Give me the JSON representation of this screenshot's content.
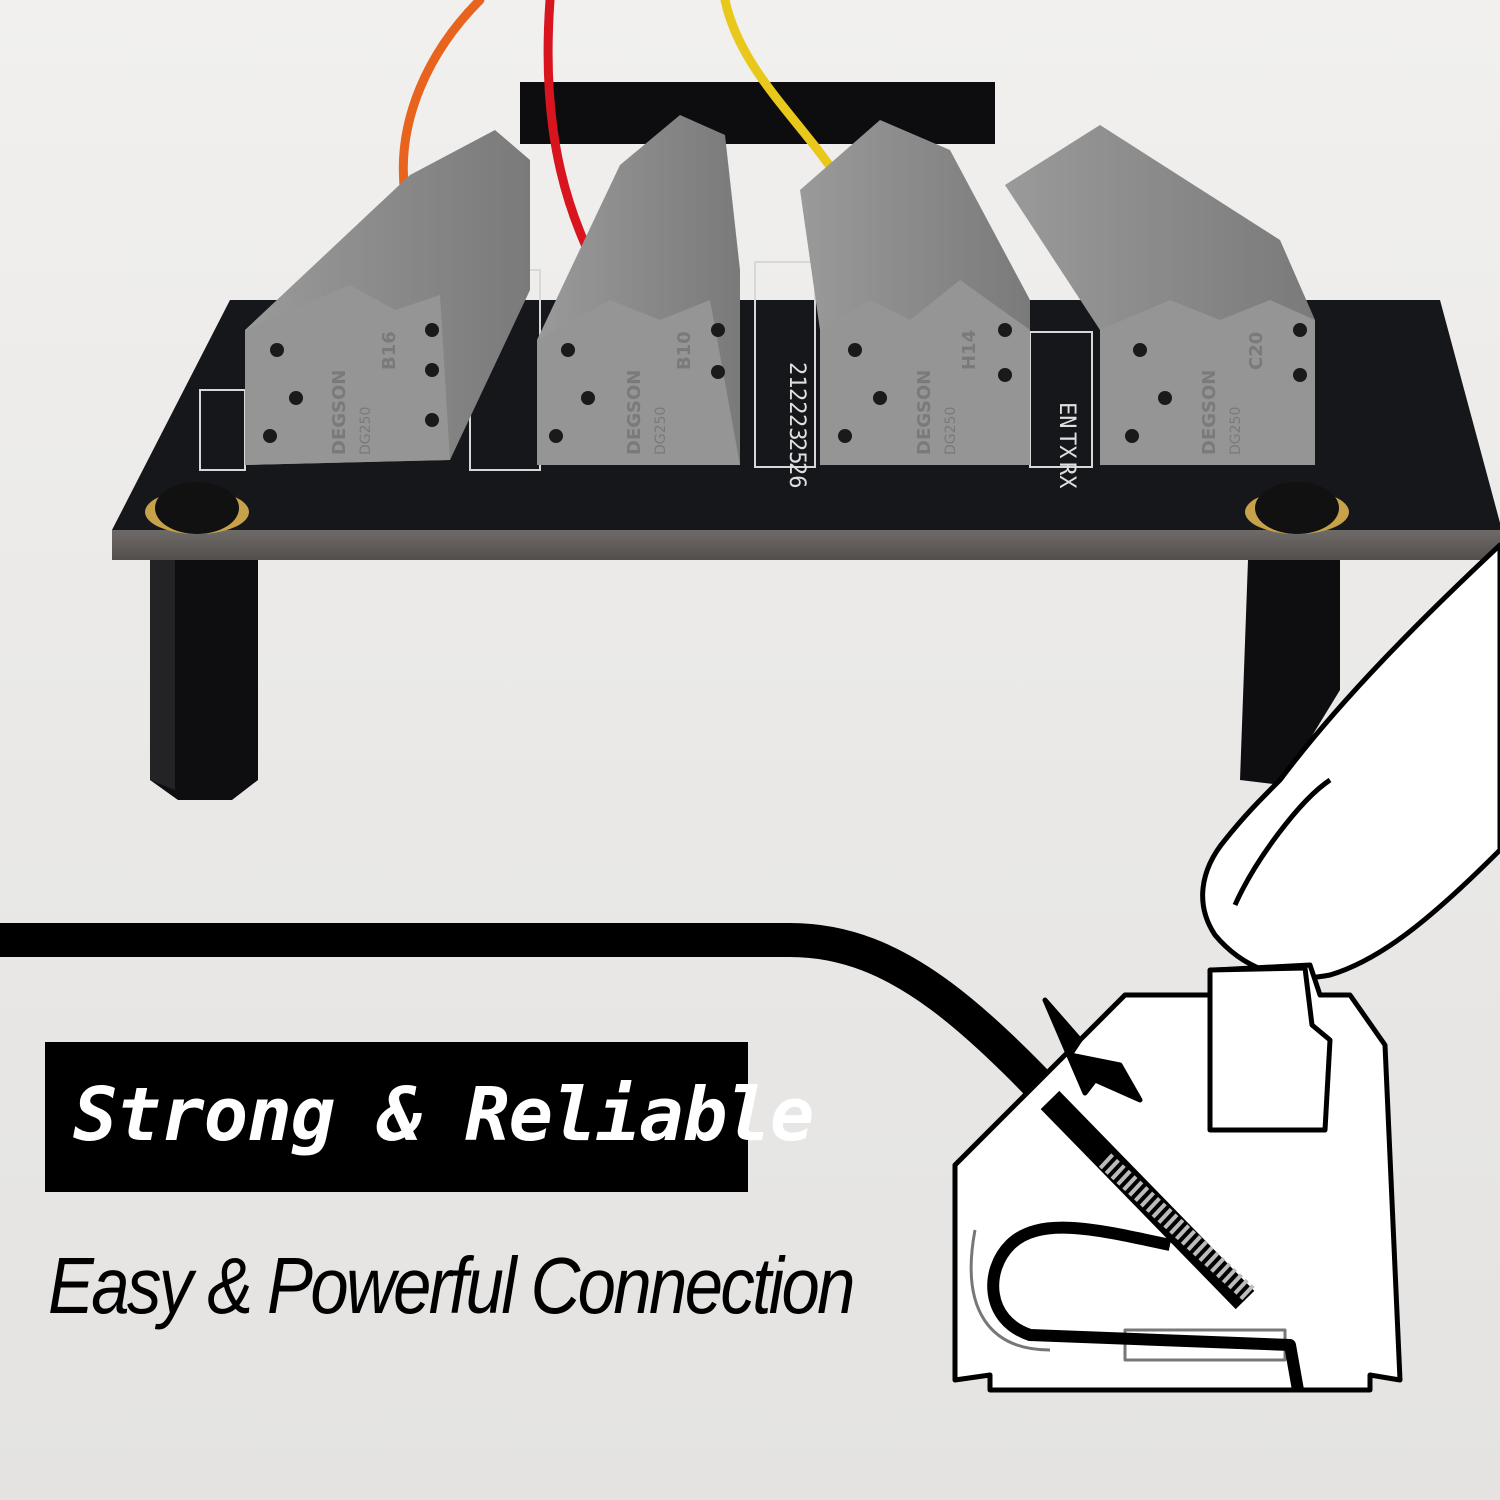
{
  "headline": "Strong & Reliable",
  "subheadline": "Easy & Powerful Connection",
  "terminal_blocks": [
    {
      "brand": "DEGSON",
      "model": "DG250",
      "code": "B16"
    },
    {
      "brand": "DEGSON",
      "model": "DG250",
      "code": "B10"
    },
    {
      "brand": "DEGSON",
      "model": "DG250",
      "code": "H14"
    },
    {
      "brand": "DEGSON",
      "model": "DG250",
      "code": "C20"
    }
  ],
  "pcb_pin_labels": [
    "21",
    "22",
    "23",
    "25",
    "26",
    "EN",
    "TX",
    "RX"
  ],
  "colors": {
    "background": "#ecebe9",
    "pcb": "#141519",
    "terminal_block": "#8c8c8c",
    "label_box": "#000000",
    "wire_orange": "#e8641e",
    "wire_red": "#d8141e",
    "wire_yellow": "#e8c81a"
  }
}
